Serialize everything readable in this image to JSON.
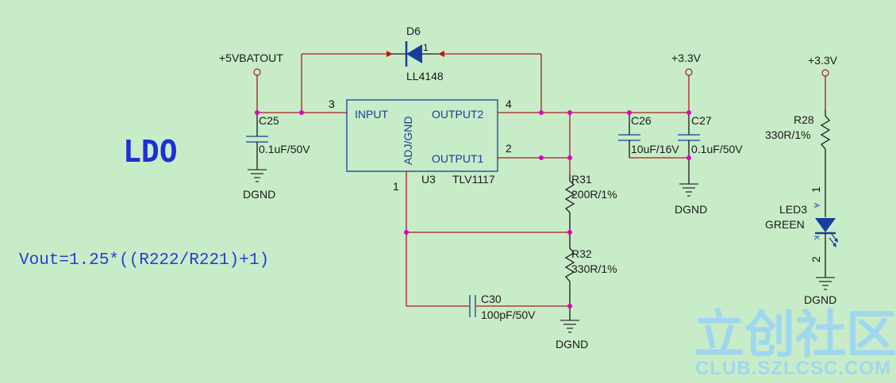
{
  "title": "LDO",
  "formula": "Vout=1.25*((R222/R221)+1)",
  "net_labels": {
    "vin": "+5VBATOUT",
    "vout_a": "+3.3V",
    "vout_b": "+3.3V"
  },
  "ground_label": "DGND",
  "regulator": {
    "ref": "U3",
    "part": "TLV1117",
    "pin_input": "INPUT",
    "pin_adj": "ADJ/GND",
    "pin_out2": "OUTPUT2",
    "pin_out1": "OUTPUT1",
    "pin_num_input": "3",
    "pin_num_out2": "4",
    "pin_num_out1": "2",
    "pin_num_adj": "1"
  },
  "diode": {
    "ref": "D6",
    "part": "LL4148",
    "pin": "1"
  },
  "capacitors": {
    "c25": {
      "ref": "C25",
      "value": "0.1uF/50V"
    },
    "c26": {
      "ref": "C26",
      "value": "10uF/16V"
    },
    "c27": {
      "ref": "C27",
      "value": "0.1uF/50V"
    },
    "c30": {
      "ref": "C30",
      "value": "100pF/50V"
    }
  },
  "resistors": {
    "r31": {
      "ref": "R31",
      "value": "200R/1%"
    },
    "r32": {
      "ref": "R32",
      "value": "330R/1%"
    },
    "r28": {
      "ref": "R28",
      "value": "330R/1%"
    }
  },
  "led": {
    "ref": "LED3",
    "color": "GREEN",
    "pin_top": "1",
    "pin_bottom": "2",
    "anode": "A",
    "cathode": "K"
  },
  "watermark": {
    "cn": "立创社区",
    "url": "CLUB.SZLCSC.COM"
  },
  "colors": {
    "background": "#c8ecc8",
    "wire": "#a81c1c",
    "component": "#1a3c9a",
    "junction": "#e000c8",
    "title": "#1e2fd8",
    "watermark": "#9fd7ef"
  }
}
